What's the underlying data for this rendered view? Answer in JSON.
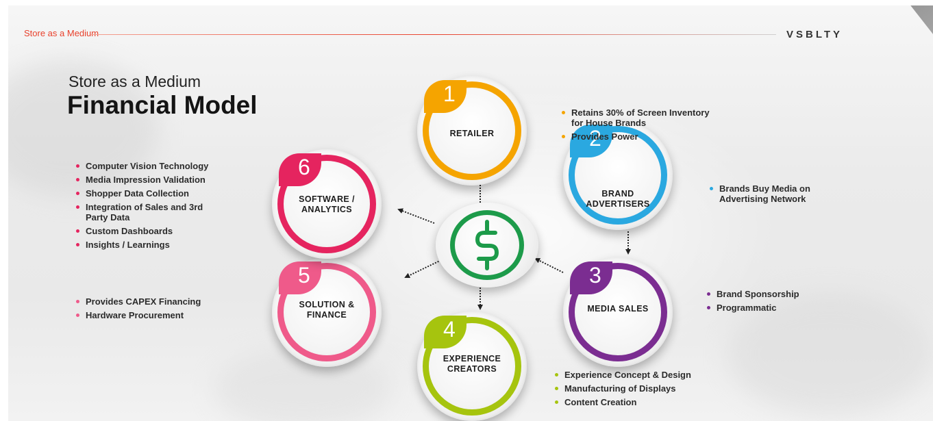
{
  "header": {
    "title": "Store as a Medium",
    "brand": "VSBLTY"
  },
  "heading": {
    "subtitle": "Store as a Medium",
    "title": "Financial Model"
  },
  "colors": {
    "accent": "#e8412c",
    "retailer": "#f5a400",
    "brand_advertisers": "#2aa8e0",
    "media_sales": "#7b2d91",
    "experience_creators": "#a6c40e",
    "solution_finance": "#ef5a8a",
    "software_analytics": "#e5245f",
    "center": "#1d9b4a"
  },
  "center": {
    "icon": "dollar-icon"
  },
  "nodes": [
    {
      "number": "1",
      "label_lines": [
        "RETAILER"
      ],
      "color": "#f5a400",
      "bullets": [
        "Retains 30% of Screen Inventory for House Brands",
        "Provides Power"
      ]
    },
    {
      "number": "2",
      "label_lines": [
        "BRAND",
        "ADVERTISERS"
      ],
      "color": "#2aa8e0",
      "bullets": [
        "Brands Buy Media on Advertising Network"
      ]
    },
    {
      "number": "3",
      "label_lines": [
        "MEDIA SALES"
      ],
      "color": "#7b2d91",
      "bullets": [
        "Brand Sponsorship",
        "Programmatic"
      ]
    },
    {
      "number": "4",
      "label_lines": [
        "EXPERIENCE",
        "CREATORS"
      ],
      "color": "#a6c40e",
      "bullets": [
        "Experience Concept & Design",
        "Manufacturing of Displays",
        "Content Creation"
      ]
    },
    {
      "number": "5",
      "label_lines": [
        "SOLUTION &",
        "FINANCE"
      ],
      "color": "#ef5a8a",
      "bullets": [
        "Provides CAPEX Financing",
        "Hardware Procurement"
      ]
    },
    {
      "number": "6",
      "label_lines": [
        "SOFTWARE /",
        "ANALYTICS"
      ],
      "color": "#e5245f",
      "bullets": [
        "Computer Vision Technology",
        "Media Impression Validation",
        "Shopper Data Collection",
        "Integration of Sales and 3rd Party Data",
        "Custom Dashboards",
        "Insights / Learnings"
      ]
    }
  ]
}
